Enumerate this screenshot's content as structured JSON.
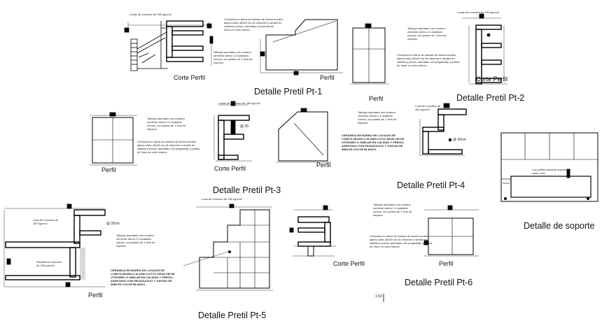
{
  "titles": {
    "pt1": "Detalle Pretil Pt-1",
    "pt2": "Detalle Pretil Pt-2",
    "pt3": "Detalle Pretil Pt-3",
    "pt4": "Detalle Pretil Pt-4",
    "pt5": "Detalle Pretil Pt-5",
    "pt6": "Detalle Pretil Pt-6",
    "soporte": "Detalle de soporte"
  },
  "labels": {
    "pt1_corte": "Corte Perfil",
    "pt1_perfil_a": "Perfil",
    "pt1_perfil_b": "Perfil",
    "pt2_corte": "Corte Perfil",
    "pt3_perfil_a": "Perfil",
    "pt3_corte": "Corte Perfil",
    "pt3_perfil_b": "Perfil",
    "pt5_perfil": "Perfil",
    "pt6_corte": "Corte Perfil",
    "pt6_perfil": "Perfil"
  },
  "notes": {
    "losa_pt1": "Losas de concreto de 150 kg/cm2",
    "ceramica_pt1": "Ceramica en barra de losetas de loseta modelo\nalamo cotto 45x45 cm de vitromex o similar en\ncalidad y precio, asentado con juntas de\n3mm en color blanco",
    "tabique_pt1": "Tabique asentado con mortero\ncemento arena 1:4 acabado\ncomun, con juntas de 1.5cm de\nespesor",
    "losa_pt2": "Losas de concreto de 150 kg/cm2",
    "tabique_pt2": "Tabique asentado con mortero\ncemento arena 1:4 acabado\ncomun, con juntas de 1.5cm de\nespesor",
    "ceramica_pt2": "Ceramica en barra de losetas de loseta modelo\nalamo cotto 45x45 cm de vitromex o similar en\ncalidad y precio, asentado con pegazulejo y juntas\nde 3mm en color blanco",
    "losa_pt3": "Losas de concreto de 150 kg/cm2",
    "tabique_pt3": "Tabique asentado con mortero\ncemento arena 1:4 acabado\ncomun, con juntas de 1.5cm de\nespesor",
    "ceramica_pt3": "Ceramica en barra de losetas de loseta modelo\nalamo cotto 45x45 cm de vitromex o similar en\ncalidad y precio, asentado con pegazulejo y juntas\nde 3mm en color blanco",
    "ceramica_pt3_caps": "CERAMICA EN BARRA DE LOCALES DE\nLOSETA MODELO ALAMO COTO 45X45 CM DE\nVITROMEX O SIMILAR EN CALIDAD Y PRECIO,\nASENTADO CON PEGAZULEJO Y JUNTAS DE\n3MM EN COLOR BLANCO",
    "tabique_pt4": "Tabique asentado con mortero\ncemento arena 1:4 acabado\ncomun, con juntas de 1.5cm de\nespesor",
    "losa_pt4": "Losa de concreto de\n150 kg/cm2",
    "soporte_note": "Los pretiles tendran soportes a\ncada 1.5m",
    "losa_pt5": "Losa de concreto de 150 kg/cm2",
    "losa_pt5_left": "Losa de concreto de\n150 kg/cm2",
    "tabique_pt5": "Tabique asentado con mortero\ncemento arena 1:4 acabado\ncomun, con juntas de 1.5cm de\nespesor",
    "plantilla_pt5": "Plantilla de concreto\nde 150 kg/cm2",
    "ceramica_pt5_caps": "CERAMICA EN BARRA DE LOCALES DE\nLOSETA MODELO ALAMO COTTO 45X45 CM DE\nVITROMEX O SIMILAR EN CALIDAD Y PRECIO,\nASENTADO CON PEGAZULEJO Y JUNTAS DE\n3MM EN COLOR BLANCO",
    "tabique_pt6": "Tabique asentado con mortero\ncemento arena 1:4 acabado\ncomun, con juntas de 1.5cm de\nespesor",
    "ceramica_pt6": "Ceramica en barra de losetas de loseta modelo\nalamo cotto 45x45 cm de vitromex o similar en\ncalidad y precio, asentado con pegazulejo y juntas\nde 3mm en color blanco",
    "dim_pt4": "@ 20cm",
    "dim_pt5": "@ 20cm",
    "dim_pt3": "@ 20",
    "dim_pt6": "1:50"
  }
}
